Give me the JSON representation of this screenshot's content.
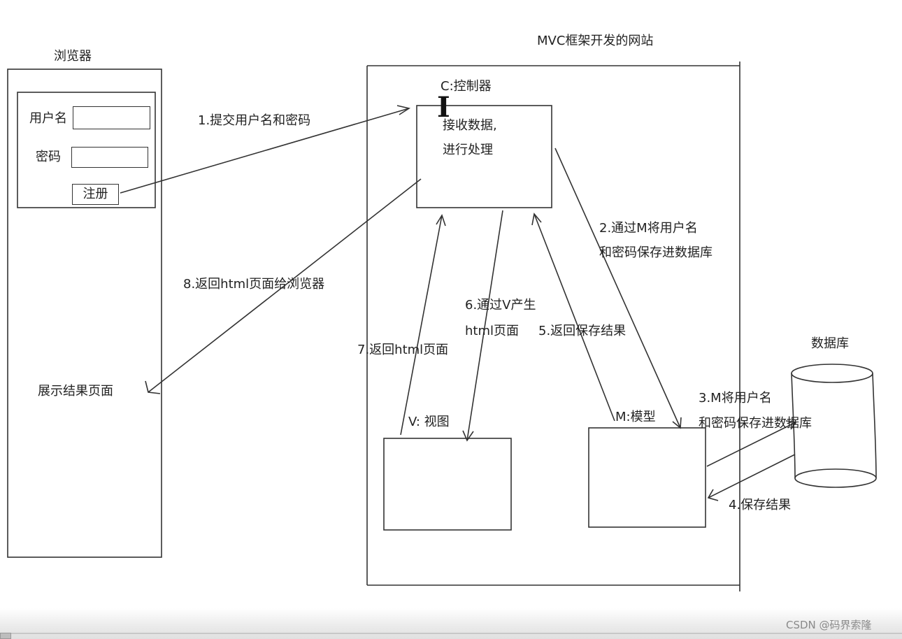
{
  "title": "MVC框架开发的网站",
  "browser": {
    "title": "浏览器",
    "username_label": "用户名",
    "password_label": "密码",
    "register_button": "注册",
    "result_text": "展示结果页面"
  },
  "controller": {
    "title": "C:控制器",
    "line1": "接收数据,",
    "line2": "进行处理"
  },
  "view": {
    "title": "V:  视图"
  },
  "model": {
    "title": "M:模型"
  },
  "database": {
    "title": "数据库"
  },
  "steps": {
    "s1": "1.提交用户名和密码",
    "s2_line1": "2.通过M将用户名",
    "s2_line2": "和密码保存进数据库",
    "s3_line1": "3.M将用户名",
    "s3_line2": "和密码保存进数据库",
    "s4": "4.保存结果",
    "s5": "5.返回保存结果",
    "s6_line1": "6.通过V产生",
    "s6_line2": "html页面",
    "s7": "7.返回html页面",
    "s8": "8.返回html页面给浏览器"
  },
  "watermark": "CSDN @码界索隆"
}
